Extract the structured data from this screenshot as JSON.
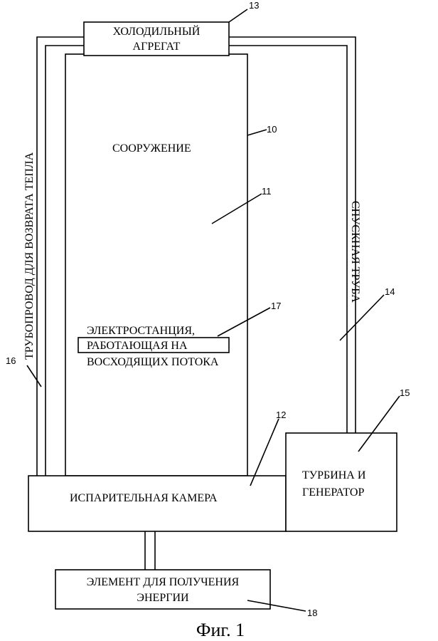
{
  "labels": {
    "cooling_unit": [
      "ХОЛОДИЛЬНЫЙ",
      "АГРЕГАТ"
    ],
    "structure": "СООРУЖЕНИЕ",
    "power_plant": [
      "ЭЛЕКТРОСТАНЦИЯ,",
      "РАБОТАЮЩАЯ НА",
      "ВОСХОДЯЩИХ ПОТОКА"
    ],
    "evaporation_chamber": "ИСПАРИТЕЛЬНАЯ КАМЕРА",
    "turbine": [
      "ТУРБИНА И",
      "ГЕНЕРАТОР"
    ],
    "energy_element": [
      "ЭЛЕМЕНТ ДЛЯ ПОЛУЧЕНИЯ",
      "ЭНЕРГИИ"
    ],
    "heat_return_pipe": "ТРУБОПРОВОД ДЛЯ ВОЗВРАТА ТЕПЛА",
    "downpipe": "СПУСКНАЯ ТРУБА"
  },
  "refs": {
    "structure": "10",
    "interior": "11",
    "evaporation_chamber": "12",
    "cooling_unit": "13",
    "downpipe": "14",
    "turbine": "15",
    "heat_return_pipe": "16",
    "power_plant": "17",
    "energy_element": "18"
  },
  "caption": "Фиг. 1"
}
